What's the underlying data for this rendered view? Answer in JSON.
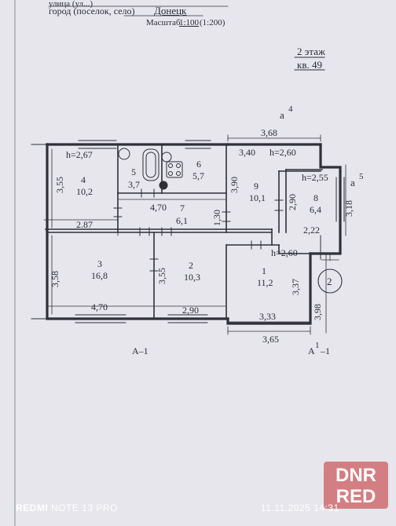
{
  "header": {
    "top_clip": "улица (ул...)",
    "city_label": "город (поселок, село)",
    "city_value": "Донецк",
    "scale_label": "Масштаб",
    "scale_value": "1:100",
    "scale_alt": "(1:200)",
    "floor": "2 этаж",
    "apartment": "кв. 49"
  },
  "plan": {
    "facade_top": "а",
    "facade_top_num": "4",
    "facade_right": "а",
    "facade_right_num": "5",
    "axis_bottom_left": "А–1",
    "axis_bottom_right": "А",
    "axis_bottom_right_sup": "1",
    "axis_bottom_right_suffix": "–1",
    "circle_number": "2",
    "dims": {
      "d368": "3,68",
      "d340": "3,40",
      "h260a": "h=2,60",
      "h267": "h=2,67",
      "d355a": "3,55",
      "d390": "3,90",
      "h255": "h=2,55",
      "d290v": "2,90",
      "d318": "3,18",
      "d470a": "4,70",
      "d130": "1,30",
      "d287": "2.87",
      "d222": "2,22",
      "h260b": "h=2,60",
      "d358": "3,58",
      "d355b": "3,55",
      "d337": "3,37",
      "d398": "3,98",
      "d470b": "4,70",
      "d290h": "2,90",
      "d333": "3,33",
      "d365": "3,65"
    },
    "rooms": [
      {
        "number": "4",
        "area": "10,2"
      },
      {
        "number": "5",
        "area": "3,7"
      },
      {
        "number": "6",
        "area": "5,7"
      },
      {
        "number": "9",
        "area": "10,1"
      },
      {
        "number": "8",
        "area": "6,4"
      },
      {
        "number": "7",
        "area": "6,1"
      },
      {
        "number": "3",
        "area": "16,8"
      },
      {
        "number": "2",
        "area": "10,3"
      },
      {
        "number": "1",
        "area": "11,2"
      }
    ]
  },
  "overlay": {
    "watermark_line1": "DNR",
    "watermark_line2": "RED",
    "camera_brand": "REDMI",
    "camera_model": "NOTE 13 PRO",
    "timestamp": "11.11.2025 14:31"
  }
}
